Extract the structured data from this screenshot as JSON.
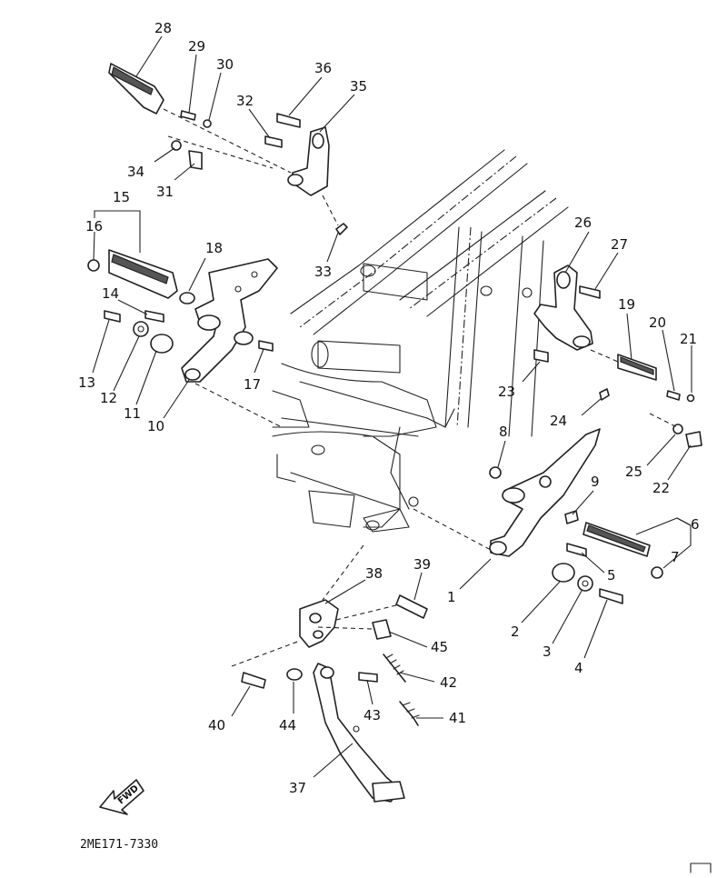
{
  "diagram": {
    "callouts": [
      {
        "id": "c1",
        "text": "1"
      },
      {
        "id": "c2",
        "text": "2"
      },
      {
        "id": "c3",
        "text": "3"
      },
      {
        "id": "c4",
        "text": "4"
      },
      {
        "id": "c5",
        "text": "5"
      },
      {
        "id": "c6",
        "text": "6"
      },
      {
        "id": "c7",
        "text": "7"
      },
      {
        "id": "c8",
        "text": "8"
      },
      {
        "id": "c9",
        "text": "9"
      },
      {
        "id": "c10",
        "text": "10"
      },
      {
        "id": "c11",
        "text": "11"
      },
      {
        "id": "c12",
        "text": "12"
      },
      {
        "id": "c13",
        "text": "13"
      },
      {
        "id": "c14",
        "text": "14"
      },
      {
        "id": "c15",
        "text": "15"
      },
      {
        "id": "c16",
        "text": "16"
      },
      {
        "id": "c17",
        "text": "17"
      },
      {
        "id": "c18",
        "text": "18"
      },
      {
        "id": "c19",
        "text": "19"
      },
      {
        "id": "c20",
        "text": "20"
      },
      {
        "id": "c21",
        "text": "21"
      },
      {
        "id": "c22",
        "text": "22"
      },
      {
        "id": "c23",
        "text": "23"
      },
      {
        "id": "c24",
        "text": "24"
      },
      {
        "id": "c25",
        "text": "25"
      },
      {
        "id": "c26",
        "text": "26"
      },
      {
        "id": "c27",
        "text": "27"
      },
      {
        "id": "c28",
        "text": "28"
      },
      {
        "id": "c29",
        "text": "29"
      },
      {
        "id": "c30",
        "text": "30"
      },
      {
        "id": "c31",
        "text": "31"
      },
      {
        "id": "c32",
        "text": "32"
      },
      {
        "id": "c33",
        "text": "33"
      },
      {
        "id": "c34",
        "text": "34"
      },
      {
        "id": "c35",
        "text": "35"
      },
      {
        "id": "c36",
        "text": "36"
      },
      {
        "id": "c37",
        "text": "37"
      },
      {
        "id": "c38",
        "text": "38"
      },
      {
        "id": "c39",
        "text": "39"
      },
      {
        "id": "c40",
        "text": "40"
      },
      {
        "id": "c41",
        "text": "41"
      },
      {
        "id": "c42",
        "text": "42"
      },
      {
        "id": "c43",
        "text": "43"
      },
      {
        "id": "c44",
        "text": "44"
      },
      {
        "id": "c45",
        "text": "45"
      }
    ],
    "fwd_label": "FWD",
    "drawing_code": "2ME171-7330"
  }
}
